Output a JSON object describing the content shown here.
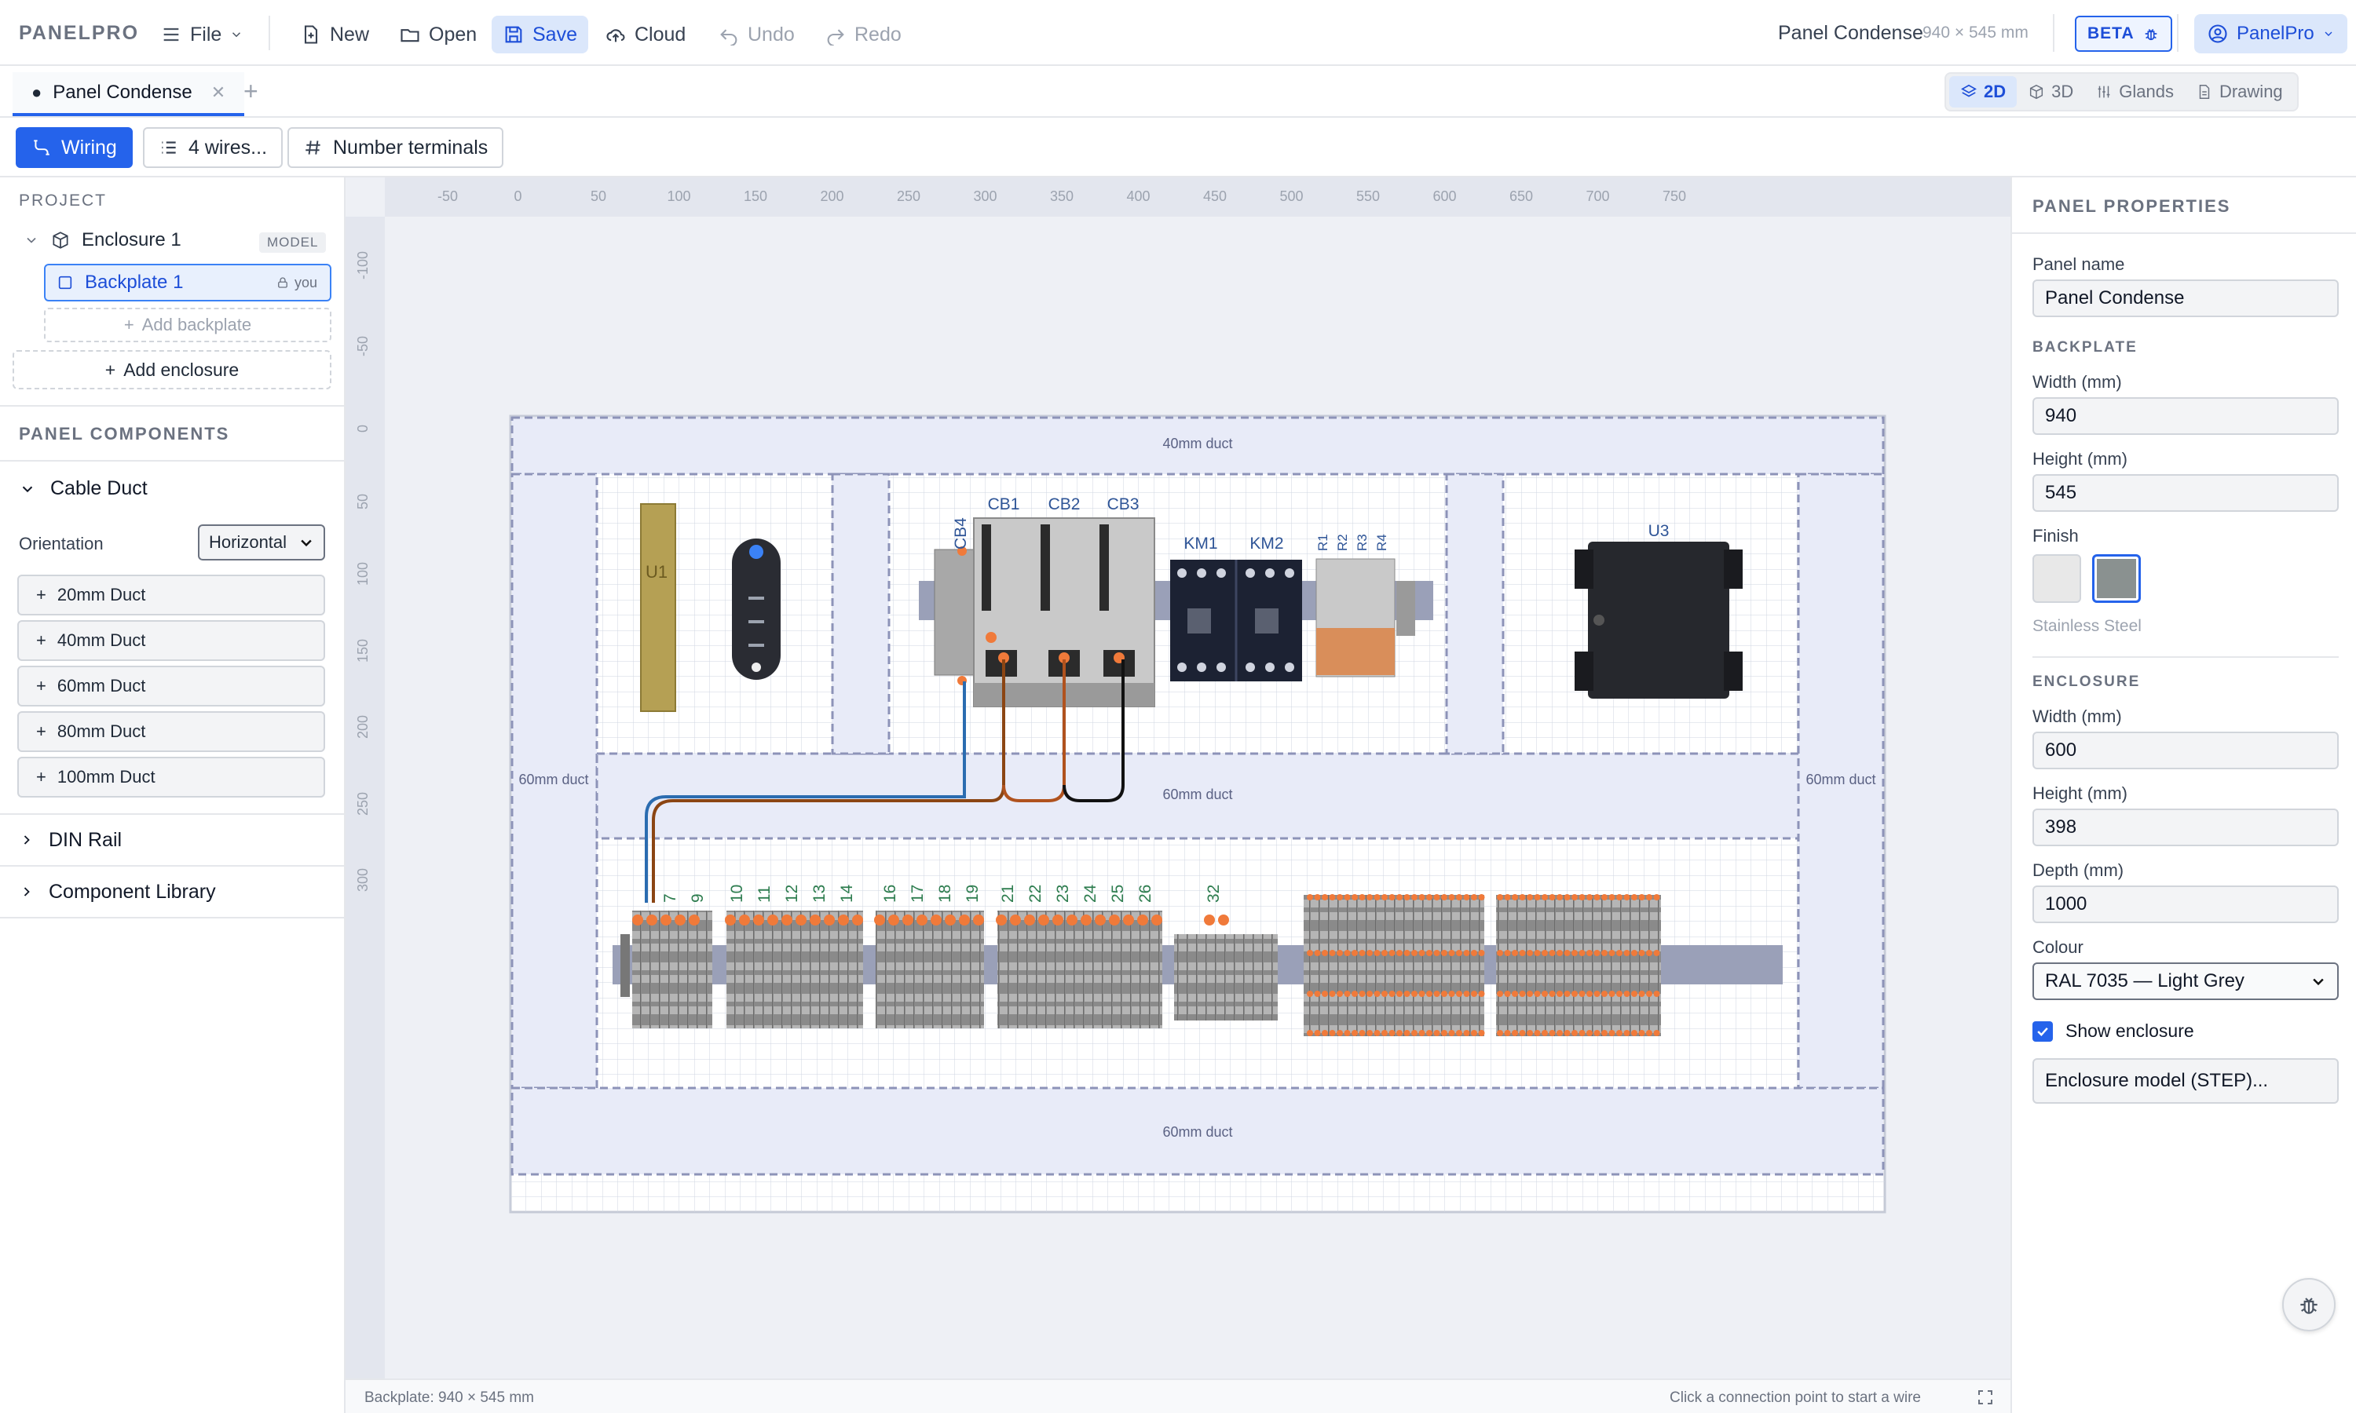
{
  "app": {
    "brand": "PANELPRO",
    "file_menu": "File",
    "actions": {
      "new": "New",
      "open": "Open",
      "save": "Save",
      "cloud": "Cloud",
      "undo": "Undo",
      "redo": "Redo"
    },
    "doc_title": "Panel Condense",
    "doc_size": "940 × 545 mm",
    "beta_badge": "BETA",
    "account": "PanelPro"
  },
  "tabs": [
    {
      "label": "Panel Condense",
      "modified": true
    }
  ],
  "views": {
    "v2d": "2D",
    "v3d": "3D",
    "glands": "Glands",
    "drawing": "Drawing",
    "active": "2D"
  },
  "tools": {
    "wiring": "Wiring",
    "wires": "4 wires...",
    "number_terminals": "Number terminals"
  },
  "project": {
    "heading": "PROJECT",
    "enclosure": "Enclosure 1",
    "enclosure_badge": "MODEL",
    "backplate": "Backplate 1",
    "backplate_lock": "you",
    "add_backplate": "Add backplate",
    "add_enclosure": "Add enclosure"
  },
  "components": {
    "heading": "PANEL COMPONENTS",
    "cable_duct": "Cable Duct",
    "orientation_label": "Orientation",
    "orientation_value": "Horizontal",
    "ducts": [
      "20mm Duct",
      "40mm Duct",
      "60mm Duct",
      "80mm Duct",
      "100mm Duct"
    ],
    "din_rail": "DIN Rail",
    "library": "Component Library"
  },
  "ruler": {
    "x": [
      "-50",
      "0",
      "50",
      "100",
      "150",
      "200",
      "250",
      "300",
      "350",
      "400",
      "450",
      "500",
      "550",
      "600",
      "650",
      "700",
      "750"
    ],
    "y": [
      "-100",
      "-50",
      "0",
      "50",
      "100",
      "150",
      "200",
      "250",
      "300"
    ]
  },
  "drawing": {
    "ducts": {
      "top": "40mm duct",
      "mid": "60mm duct",
      "bottom": "60mm duct",
      "left": "60mm duct",
      "right": "60mm duct"
    },
    "labels": {
      "u1": "U1",
      "u3": "U3",
      "cb1": "CB1",
      "cb2": "CB2",
      "cb3": "CB3",
      "cb4": "CB4",
      "km1": "KM1",
      "km2": "KM2",
      "r1": "R1",
      "r2": "R2",
      "r3": "R3",
      "r4": "R4"
    },
    "terminals": [
      "7",
      "9",
      "10",
      "11",
      "12",
      "13",
      "14",
      "16",
      "17",
      "18",
      "19",
      "21",
      "22",
      "23",
      "24",
      "25",
      "26",
      "32"
    ]
  },
  "status": {
    "left": "Backplate: 940 × 545 mm",
    "right": "Click a connection point to start a wire"
  },
  "properties": {
    "heading": "PANEL PROPERTIES",
    "panel_name_label": "Panel name",
    "panel_name": "Panel Condense",
    "backplate_heading": "BACKPLATE",
    "bp_width_label": "Width (mm)",
    "bp_width": "940",
    "bp_height_label": "Height (mm)",
    "bp_height": "545",
    "finish_label": "Finish",
    "finish_value": "Stainless Steel",
    "enclosure_heading": "ENCLOSURE",
    "en_width_label": "Width (mm)",
    "en_width": "600",
    "en_height_label": "Height (mm)",
    "en_height": "398",
    "en_depth_label": "Depth (mm)",
    "en_depth": "1000",
    "colour_label": "Colour",
    "colour": "RAL 7035 — Light Grey",
    "show_enclosure": "Show enclosure",
    "show_enclosure_checked": true,
    "step_button": "Enclosure model (STEP)..."
  },
  "colors": {
    "accent": "#2563eb",
    "wire_blue": "#2b6cb0",
    "wire_brown": "#8b4513",
    "wire_black": "#111111",
    "terminal_orange": "#f07a3a"
  }
}
